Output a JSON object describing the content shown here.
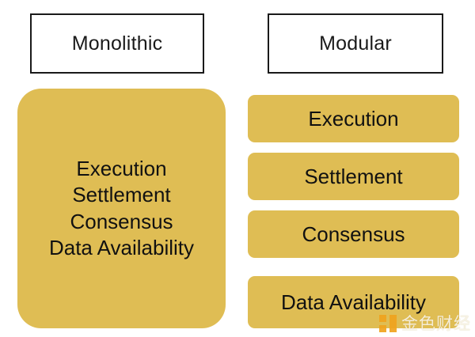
{
  "diagram": {
    "columns": [
      {
        "id": "monolithic",
        "header": "Monolithic",
        "layers": [
          "Execution",
          "Settlement",
          "Consensus",
          "Data Availability"
        ]
      },
      {
        "id": "modular",
        "header": "Modular",
        "layers": [
          "Execution",
          "Settlement",
          "Consensus",
          "Data Availability"
        ]
      }
    ]
  },
  "watermark": {
    "text": "金色财经",
    "logo_icon": "jinse-logo-icon",
    "logo_color": "#f0a31e"
  },
  "colors": {
    "block_fill": "#dfbd54",
    "block_text": "#111111",
    "header_border": "#1a1a1a",
    "header_fill": "#ffffff",
    "page_background": "#ffffff"
  }
}
